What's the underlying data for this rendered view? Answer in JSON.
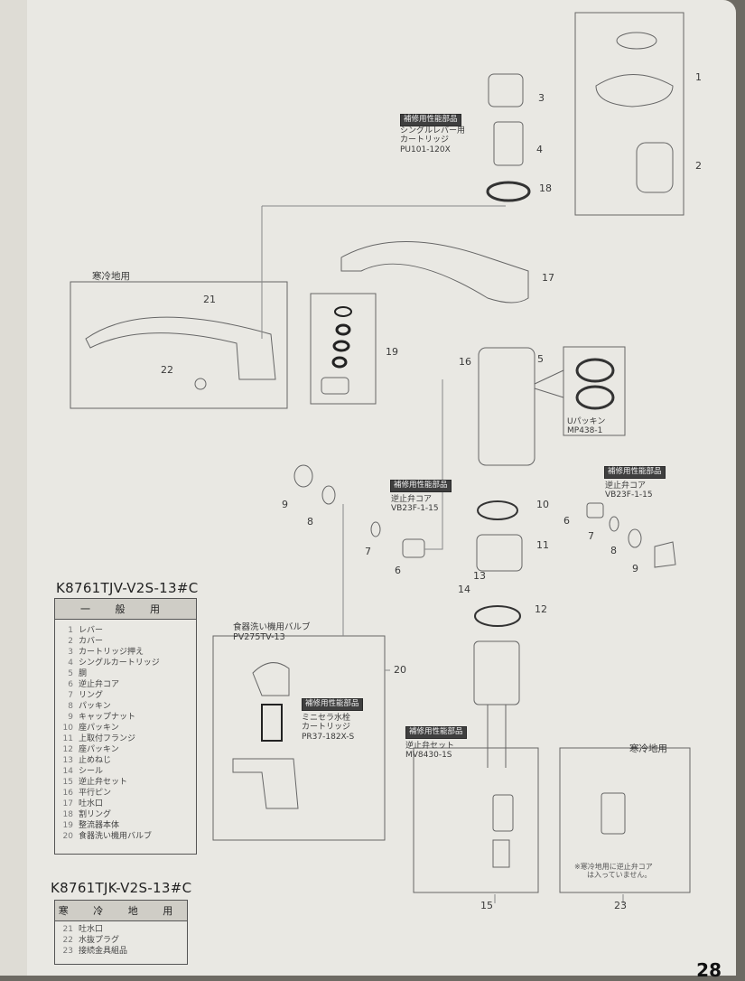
{
  "page_number": "28",
  "model_jv": {
    "code": "K8761TJV-V2S-13#C",
    "header": "一 般 用",
    "parts": [
      {
        "no": "1",
        "name": "レバー"
      },
      {
        "no": "2",
        "name": "カバー"
      },
      {
        "no": "3",
        "name": "カートリッジ押え"
      },
      {
        "no": "4",
        "name": "シングルカートリッジ"
      },
      {
        "no": "5",
        "name": "胴"
      },
      {
        "no": "6",
        "name": "逆止弁コア"
      },
      {
        "no": "7",
        "name": "リング"
      },
      {
        "no": "8",
        "name": "パッキン"
      },
      {
        "no": "9",
        "name": "キャップナット"
      },
      {
        "no": "10",
        "name": "座パッキン"
      },
      {
        "no": "11",
        "name": "上取付フランジ"
      },
      {
        "no": "12",
        "name": "座パッキン"
      },
      {
        "no": "13",
        "name": "止めねじ"
      },
      {
        "no": "14",
        "name": "シール"
      },
      {
        "no": "15",
        "name": "逆止弁セット"
      },
      {
        "no": "16",
        "name": "平行ピン"
      },
      {
        "no": "17",
        "name": "吐水口"
      },
      {
        "no": "18",
        "name": "割リング"
      },
      {
        "no": "19",
        "name": "整流器本体"
      },
      {
        "no": "20",
        "name": "食器洗い機用バルブ"
      }
    ]
  },
  "model_jk": {
    "code": "K8761TJK-V2S-13#C",
    "header": "寒 冷 地 用",
    "parts": [
      {
        "no": "21",
        "name": "吐水口"
      },
      {
        "no": "22",
        "name": "水抜プラグ"
      },
      {
        "no": "23",
        "name": "接続金具組品"
      }
    ]
  },
  "labels": {
    "cold_region_left": "寒冷地用",
    "cold_region_right": "寒冷地用",
    "repair_tag": "補修用性能部品",
    "cartridge_caption": [
      "シングルレバー用",
      "カートリッジ",
      "PU101-120X"
    ],
    "u_packing": [
      "Uパッキン",
      "MP438-1"
    ],
    "check_core_left": [
      "逆止弁コア",
      "VB23F-1-15"
    ],
    "check_core_right": [
      "逆止弁コア",
      "VB23F-1-15"
    ],
    "dishwasher_valve": [
      "食器洗い機用バルブ",
      "PV275TV-13"
    ],
    "mini_cartridge": [
      "ミニセラ水栓",
      "カートリッジ",
      "PR37-182X-S"
    ],
    "check_valve_set": [
      "逆止弁セット",
      "MV8430-1S"
    ],
    "note_no_check": [
      "※寒冷地用に逆止弁コア",
      "は入っていません。"
    ],
    "callouts": [
      "1",
      "2",
      "3",
      "4",
      "18",
      "17",
      "21",
      "22",
      "19",
      "16",
      "5",
      "10",
      "11",
      "12",
      "13",
      "14",
      "9",
      "8",
      "7",
      "6",
      "20",
      "15",
      "23"
    ]
  }
}
